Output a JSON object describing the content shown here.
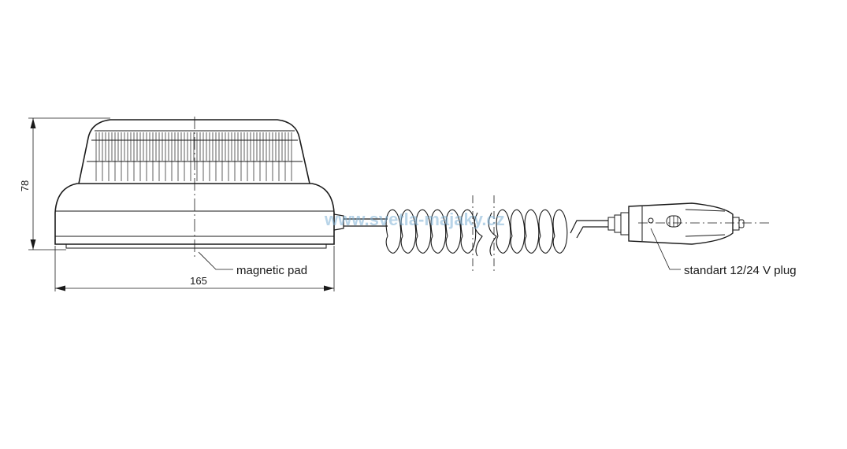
{
  "dimensions": {
    "height": "78",
    "width": "165"
  },
  "labels": {
    "magnetic_pad": "magnetic pad",
    "plug": "standart 12/24 V plug"
  },
  "watermark": "www.svetla-majaky.cz",
  "colors": {
    "line": "#1a1a1a",
    "watermark": "#7fb2d6",
    "background": "#ffffff"
  }
}
